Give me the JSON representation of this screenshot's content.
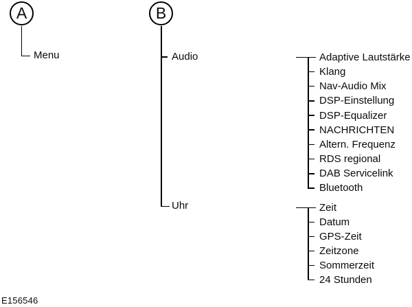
{
  "figure_code": "E156546",
  "tree_a": {
    "callout": "A",
    "items": [
      "Menu"
    ]
  },
  "tree_b": {
    "callout": "B",
    "branches": [
      {
        "label": "Audio",
        "items": [
          "Adaptive Lautstärke",
          "Klang",
          "Nav-Audio Mix",
          "DSP-Einstellung",
          "DSP-Equalizer",
          "NACHRICHTEN",
          "Altern. Frequenz",
          "RDS regional",
          "DAB Servicelink",
          "Bluetooth"
        ]
      },
      {
        "label": "Uhr",
        "items": [
          "Zeit",
          "Datum",
          "GPS-Zeit",
          "Zeitzone",
          "Sommerzeit",
          "24 Stunden"
        ]
      }
    ]
  },
  "colors": {
    "line": "#000000",
    "background": "#ffffff"
  }
}
